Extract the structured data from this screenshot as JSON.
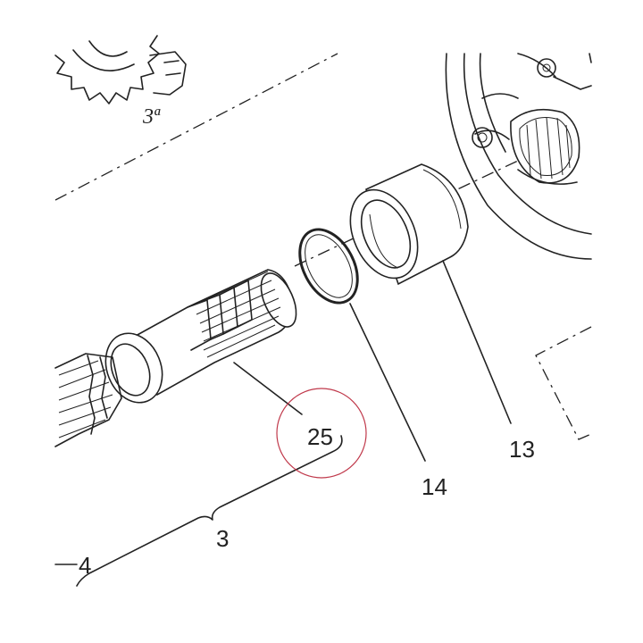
{
  "diagram": {
    "gear_label": "3ª",
    "callouts": {
      "shaft": "25",
      "bushing": "13",
      "ring": "14",
      "group": "3",
      "adjacent_group": "4"
    },
    "highlight_color": "#c0394b",
    "line_color": "#222222"
  }
}
